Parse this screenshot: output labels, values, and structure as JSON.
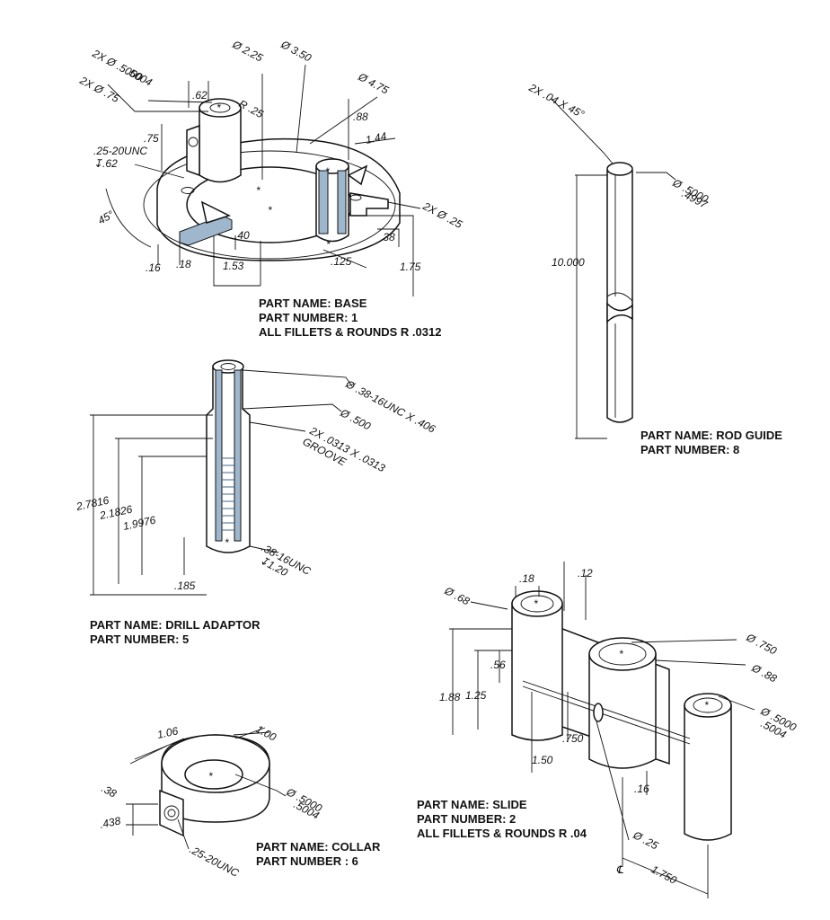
{
  "parts": {
    "base": {
      "name": "PART NAME: BASE",
      "number": "PART NUMBER: 1",
      "note": "ALL FILLETS & ROUNDS R .0312",
      "dims": [
        "2X Ø .5000",
        ".5004",
        "2X Ø .75",
        ".62",
        "R .25",
        "Ø 2.25",
        "Ø 3.50",
        "Ø 4.75",
        ".88",
        "1.44",
        ".75",
        ".25-20UNC",
        "↧.62",
        "45°",
        ".40",
        ".16",
        ".18",
        "1.53",
        ".125",
        ".38",
        "1.75",
        "2X Ø .25"
      ]
    },
    "rod_guide": {
      "name": "PART NAME: ROD GUIDE",
      "number": "PART NUMBER: 8",
      "dims": [
        "2X .04 X 45°",
        "Ø .5000",
        ".4997",
        "10.000"
      ]
    },
    "drill_adaptor": {
      "name": "PART NAME: DRILL ADAPTOR",
      "number": "PART NUMBER: 5",
      "dims": [
        "Ø .38-16UNC X .406",
        "Ø .500",
        "2X .0313 X .0313",
        "GROOVE",
        "2.7816",
        "2.1826",
        "1.9976",
        ".185",
        ".38-16UNC",
        "↧1.20"
      ]
    },
    "slide": {
      "name": "PART NAME: SLIDE",
      "number": "PART NUMBER: 2",
      "note": "ALL FILLETS & ROUNDS R .04",
      "dims": [
        ".18",
        ".12",
        "Ø .68",
        "Ø .750",
        "Ø .88",
        "Ø .5000",
        ".5004",
        "1.88",
        "1.25",
        ".56",
        "1.50",
        ".750",
        ".16",
        "Ø .25",
        "℄",
        "1.750"
      ]
    },
    "collar": {
      "name": "PART NAME: COLLAR",
      "number": "PART NUMBER : 6",
      "dims": [
        "1.06",
        "1.00",
        "Ø .5000",
        ".5004",
        ".38",
        ".438",
        ".25-20UNC"
      ]
    }
  }
}
